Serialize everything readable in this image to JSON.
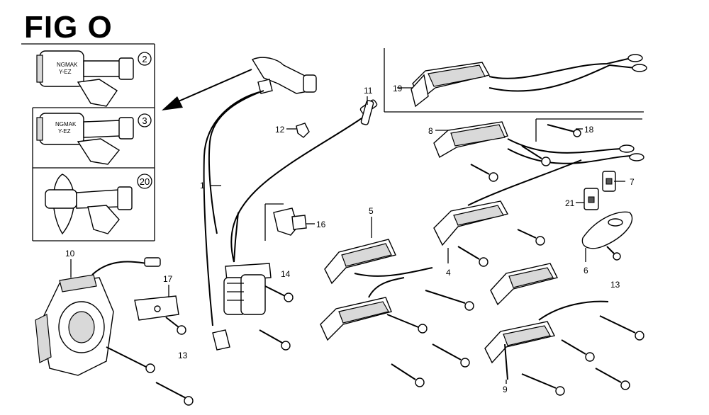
{
  "figure": {
    "title": "FIG O"
  },
  "inset_labels": {
    "boot_text_1a": "NGMAK",
    "boot_text_1b": "Y-EZ",
    "boot_text_2a": "NGMAK",
    "boot_text_2b": "Y-EZ"
  },
  "callouts": {
    "c2": "2",
    "c3": "3",
    "c20": "20"
  },
  "labels": {
    "p1": "1",
    "p4": "4",
    "p5": "5",
    "p6": "6",
    "p7": "7",
    "p8": "8",
    "p9": "9",
    "p10": "10",
    "p11": "11",
    "p12": "12",
    "p13a": "13",
    "p13b": "13",
    "p14": "14",
    "p16": "16",
    "p17": "17",
    "p18": "18",
    "p19": "19",
    "p21": "21"
  }
}
